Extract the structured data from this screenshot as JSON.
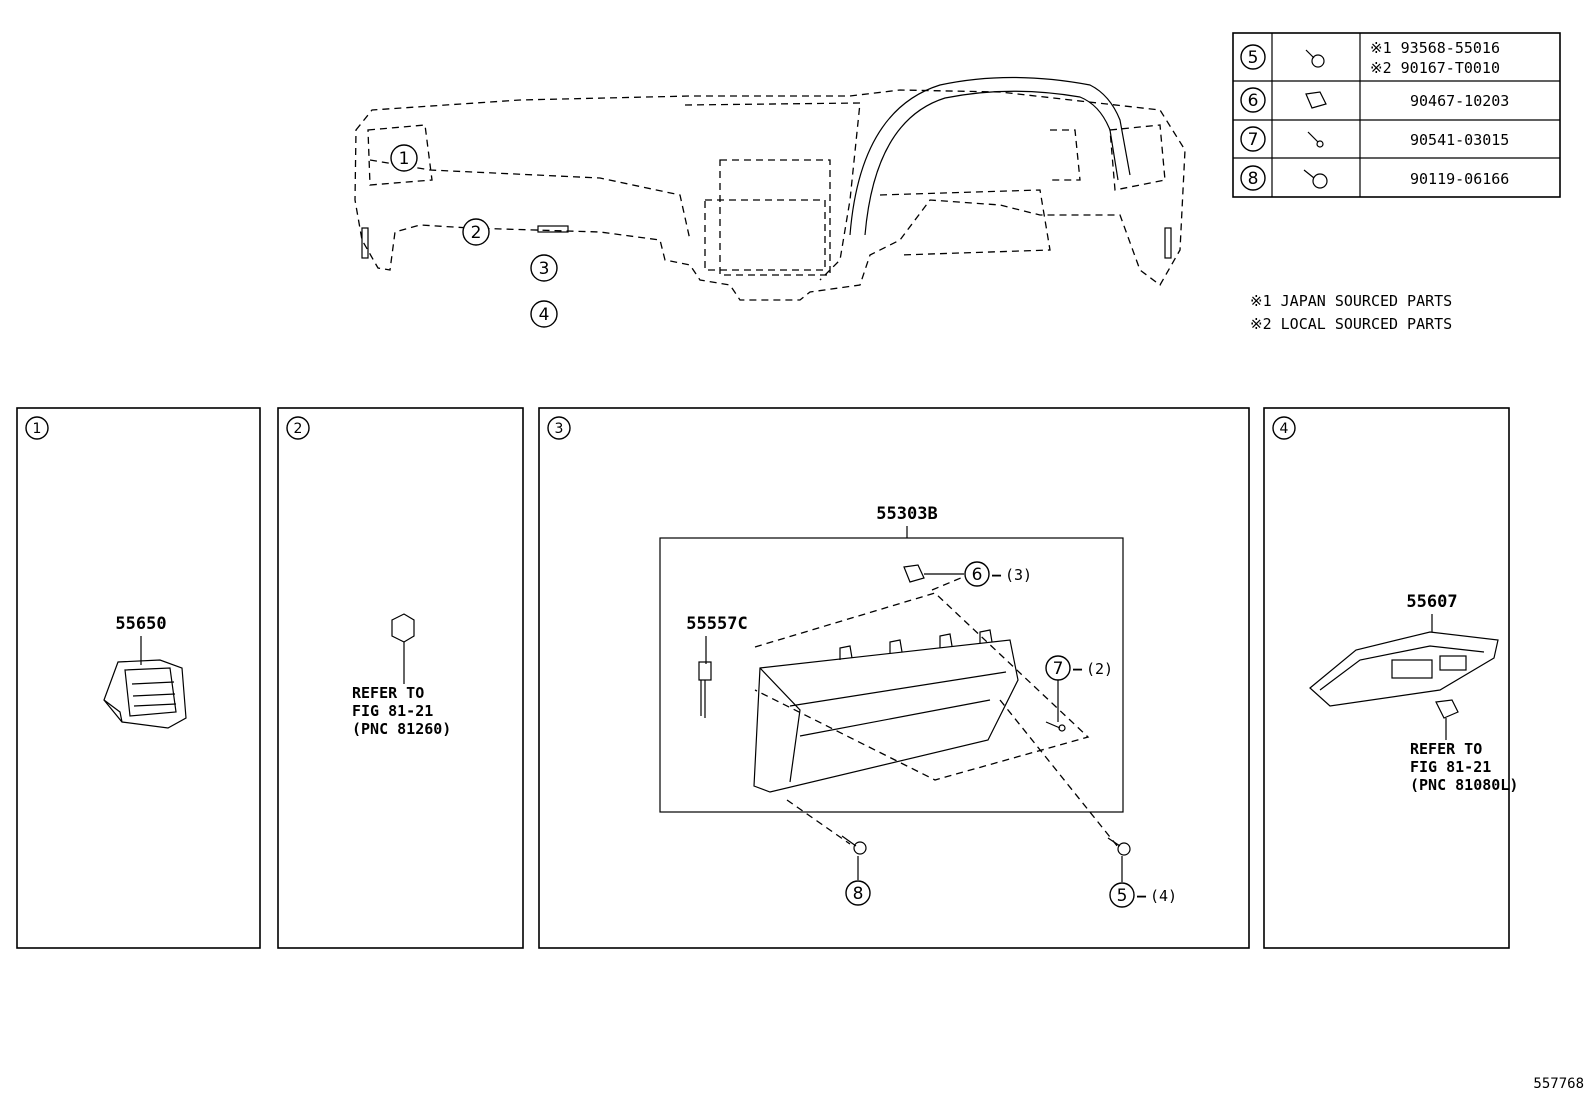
{
  "callouts": {
    "c1": "1",
    "c2": "2",
    "c3": "3",
    "c4": "4",
    "c5": "5",
    "c6": "6",
    "c7": "7",
    "c8": "8"
  },
  "parts_table": {
    "rows": [
      {
        "ref": "5",
        "lines": [
          "※1 93568-55016",
          "※2 90167-T0010"
        ]
      },
      {
        "ref": "6",
        "lines": [
          "90467-10203"
        ]
      },
      {
        "ref": "7",
        "lines": [
          "90541-03015"
        ]
      },
      {
        "ref": "8",
        "lines": [
          "90119-06166"
        ]
      }
    ]
  },
  "notes": [
    "※1 JAPAN SOURCED PARTS",
    "※2 LOCAL SOURCED PARTS"
  ],
  "panels": [
    {
      "number": "1",
      "part": "55650"
    },
    {
      "number": "2",
      "refer": [
        "REFER TO",
        "FIG 81-21",
        "(PNC 81260)"
      ]
    },
    {
      "number": "3",
      "assembly": "55303B",
      "part": "55557C",
      "fasteners": [
        {
          "ref": "6",
          "qty": "(3)"
        },
        {
          "ref": "7",
          "qty": "(2)"
        },
        {
          "ref": "8",
          "qty": ""
        },
        {
          "ref": "5",
          "qty": "(4)"
        }
      ]
    },
    {
      "number": "4",
      "part": "55607",
      "refer": [
        "REFER TO",
        "FIG 81-21",
        "(PNC 81080L)"
      ]
    }
  ],
  "figure_id": "557768"
}
